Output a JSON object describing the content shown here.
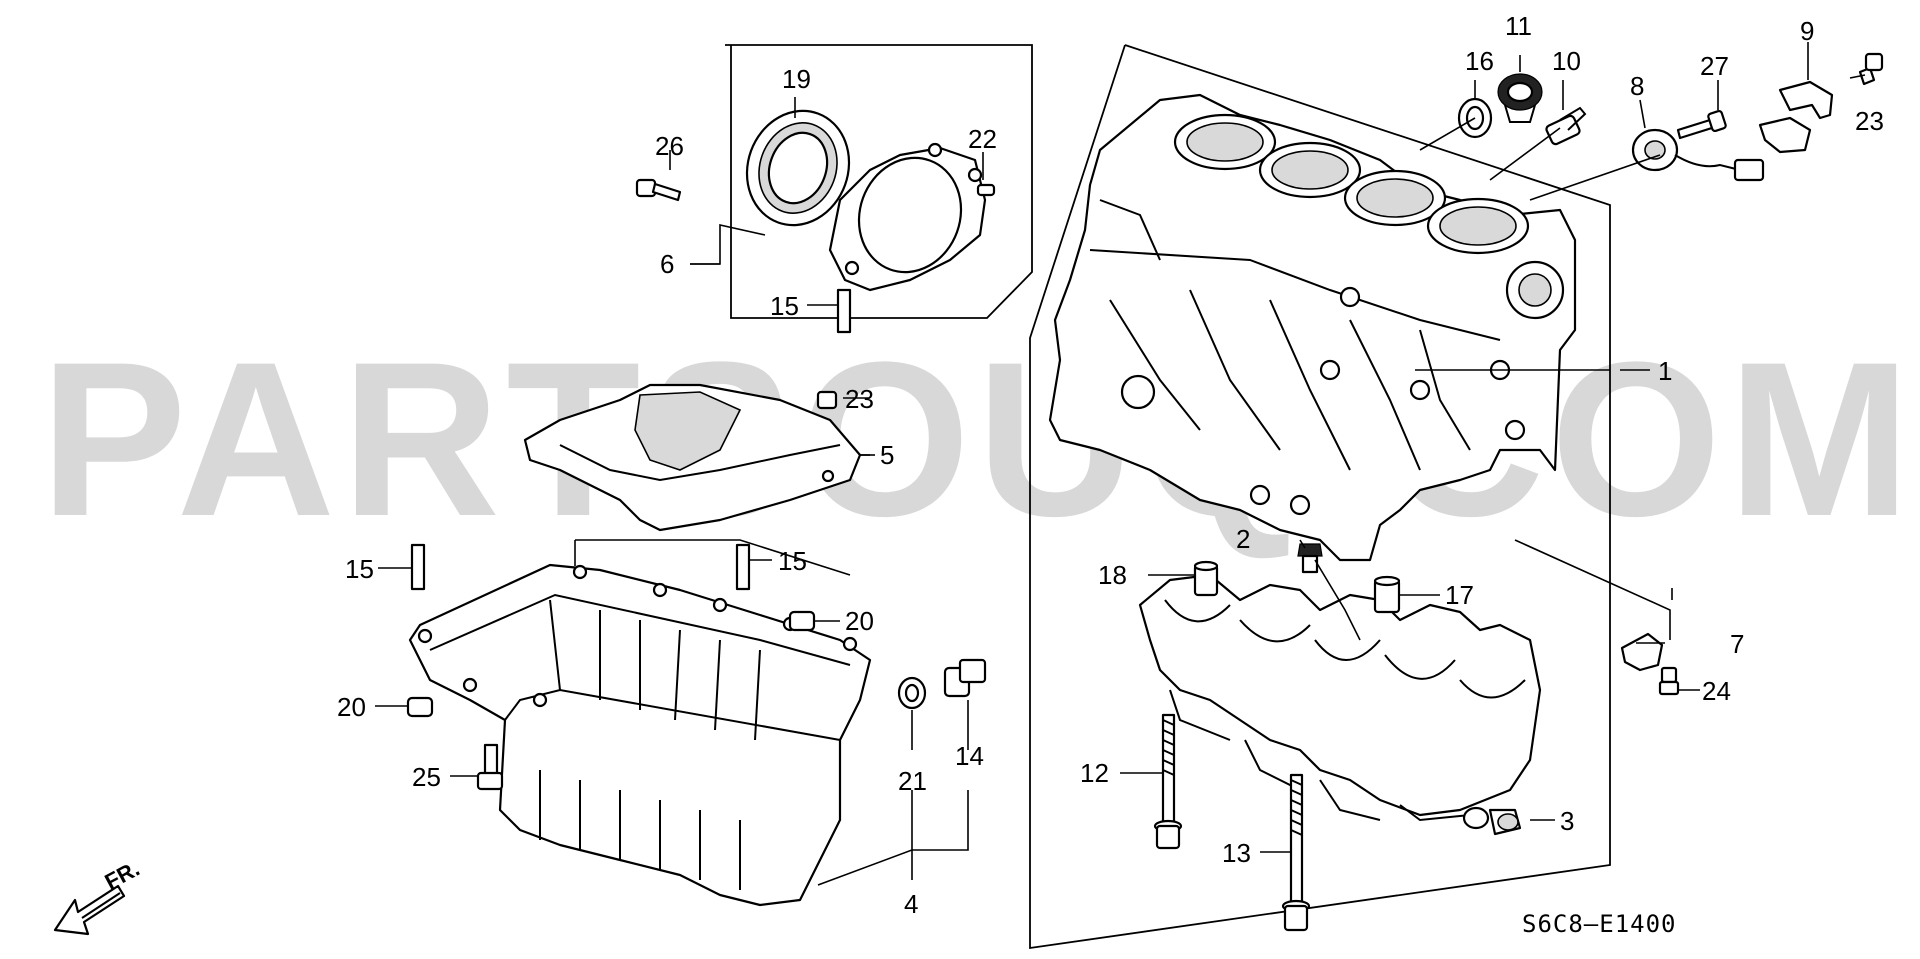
{
  "watermark": "PARTSOUQ.COM",
  "diagram_code": "S6C8—E1400",
  "front_indicator": "FR.",
  "callouts": {
    "c1": "1",
    "c2": "2",
    "c3": "3",
    "c4": "4",
    "c5": "5",
    "c6": "6",
    "c7": "7",
    "c8": "8",
    "c9": "9",
    "c10": "10",
    "c11": "11",
    "c12": "12",
    "c13": "13",
    "c14": "14",
    "c15a": "15",
    "c15b": "15",
    "c15c": "15",
    "c16": "16",
    "c17": "17",
    "c18": "18",
    "c19": "19",
    "c20a": "20",
    "c20b": "20",
    "c21": "21",
    "c22": "22",
    "c23a": "23",
    "c23b": "23",
    "c24": "24",
    "c25": "25",
    "c26": "26",
    "c27": "27"
  }
}
